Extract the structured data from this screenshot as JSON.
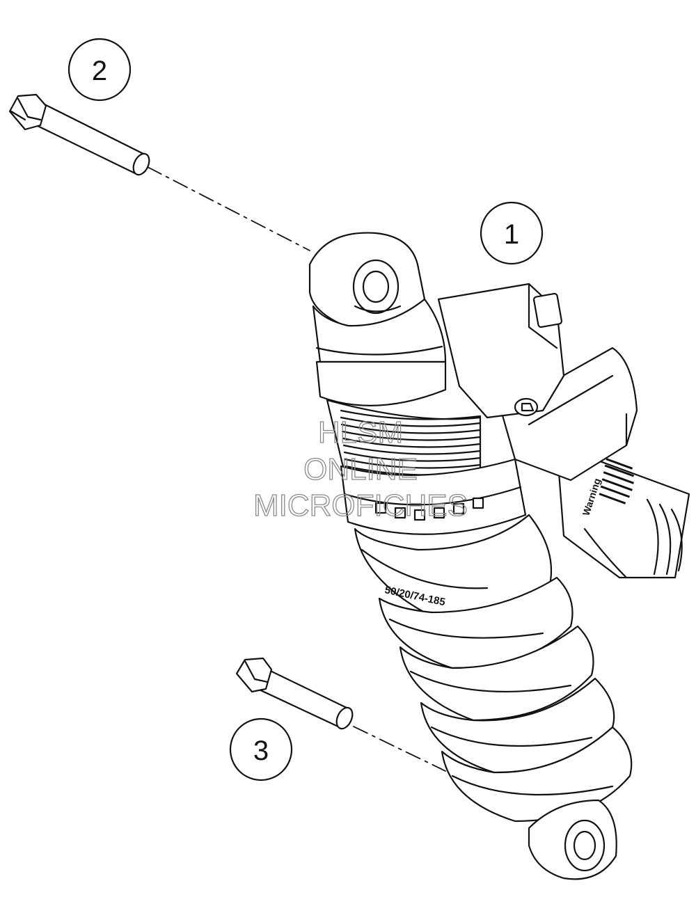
{
  "callouts": [
    {
      "number": "1",
      "part": "shock absorber"
    },
    {
      "number": "2",
      "part": "upper mounting screw"
    },
    {
      "number": "3",
      "part": "lower mounting screw"
    }
  ],
  "spring_marking": "50/20/74-185",
  "reservoir_label": "Warning",
  "watermark": {
    "line1": "HLSM",
    "line2": "ONLINE",
    "line3": "MICROFICHES"
  },
  "colors": {
    "line": "#111111",
    "background": "#ffffff",
    "watermark": "#8a8a8a"
  }
}
